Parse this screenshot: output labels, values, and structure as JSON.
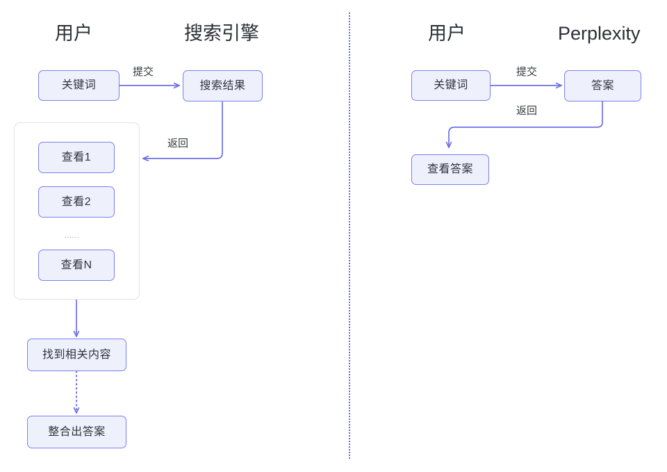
{
  "diagram": {
    "title_left_user": "用户",
    "title_left_engine": "搜索引擎",
    "title_right_user": "用户",
    "title_right_brand": "Perplexity",
    "colors": {
      "node_fill": "#eef0fb",
      "node_border": "#7b7ef2",
      "connector": "#6d6fe8",
      "group_border": "#e3e3e3",
      "divider": "#5b6ae0",
      "text": "#2b2f36"
    },
    "left_panel": {
      "nodes": {
        "keyword": "关键词",
        "search_results": "搜索结果",
        "view1": "查看1",
        "view2": "查看2",
        "viewN": "查看N",
        "ellipsis": "......",
        "found_content": "找到相关内容",
        "synthesize_answer": "整合出答案"
      },
      "edges": {
        "submit": "提交",
        "return": "返回"
      }
    },
    "right_panel": {
      "nodes": {
        "keyword": "关键词",
        "answer": "答案",
        "view_answer": "查看答案"
      },
      "edges": {
        "submit": "提交",
        "return": "返回"
      }
    }
  }
}
